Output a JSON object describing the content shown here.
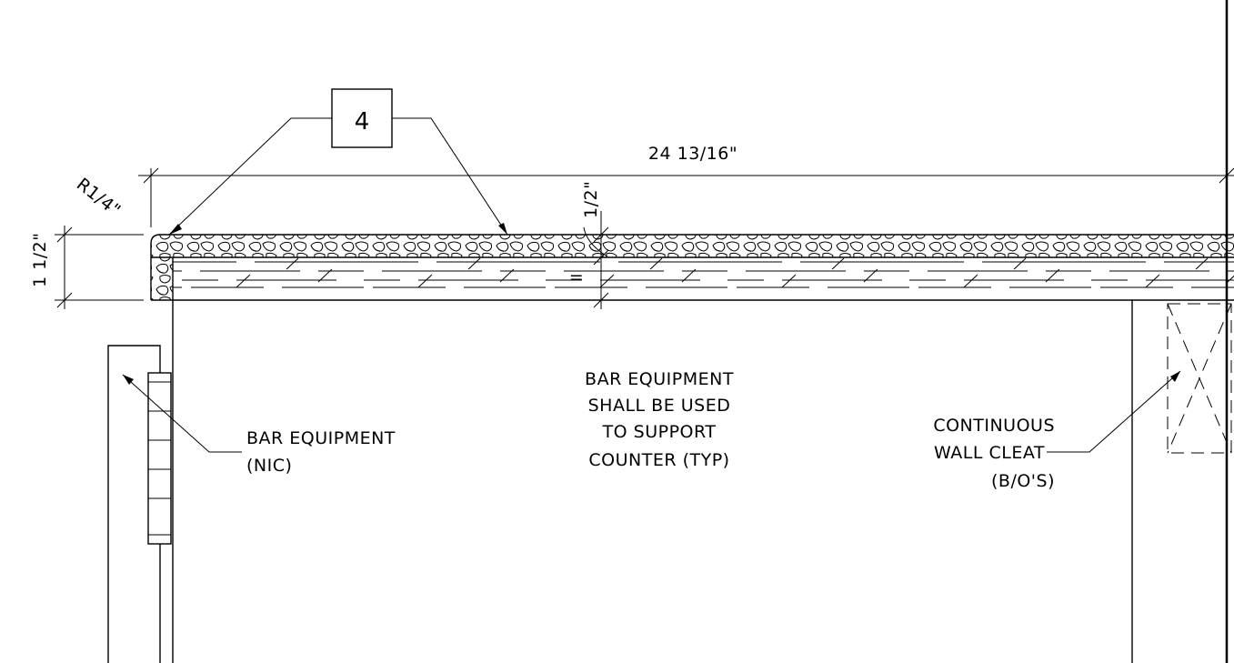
{
  "drawing": {
    "tag_number": "4",
    "dim_overall": "24 13/16\"",
    "dim_radius": "R1/4\"",
    "dim_total_thickness": "1 1/2\"",
    "dim_top_layer": "1/2\"",
    "dim_small": "=",
    "note_center": [
      "BAR EQUIPMENT",
      "SHALL BE USED",
      "TO SUPPORT",
      "COUNTER (TYP)"
    ],
    "note_left": [
      "BAR EQUIPMENT",
      "(NIC)"
    ],
    "note_right": [
      "CONTINUOUS",
      "WALL CLEAT",
      "(B/O'S)"
    ]
  }
}
